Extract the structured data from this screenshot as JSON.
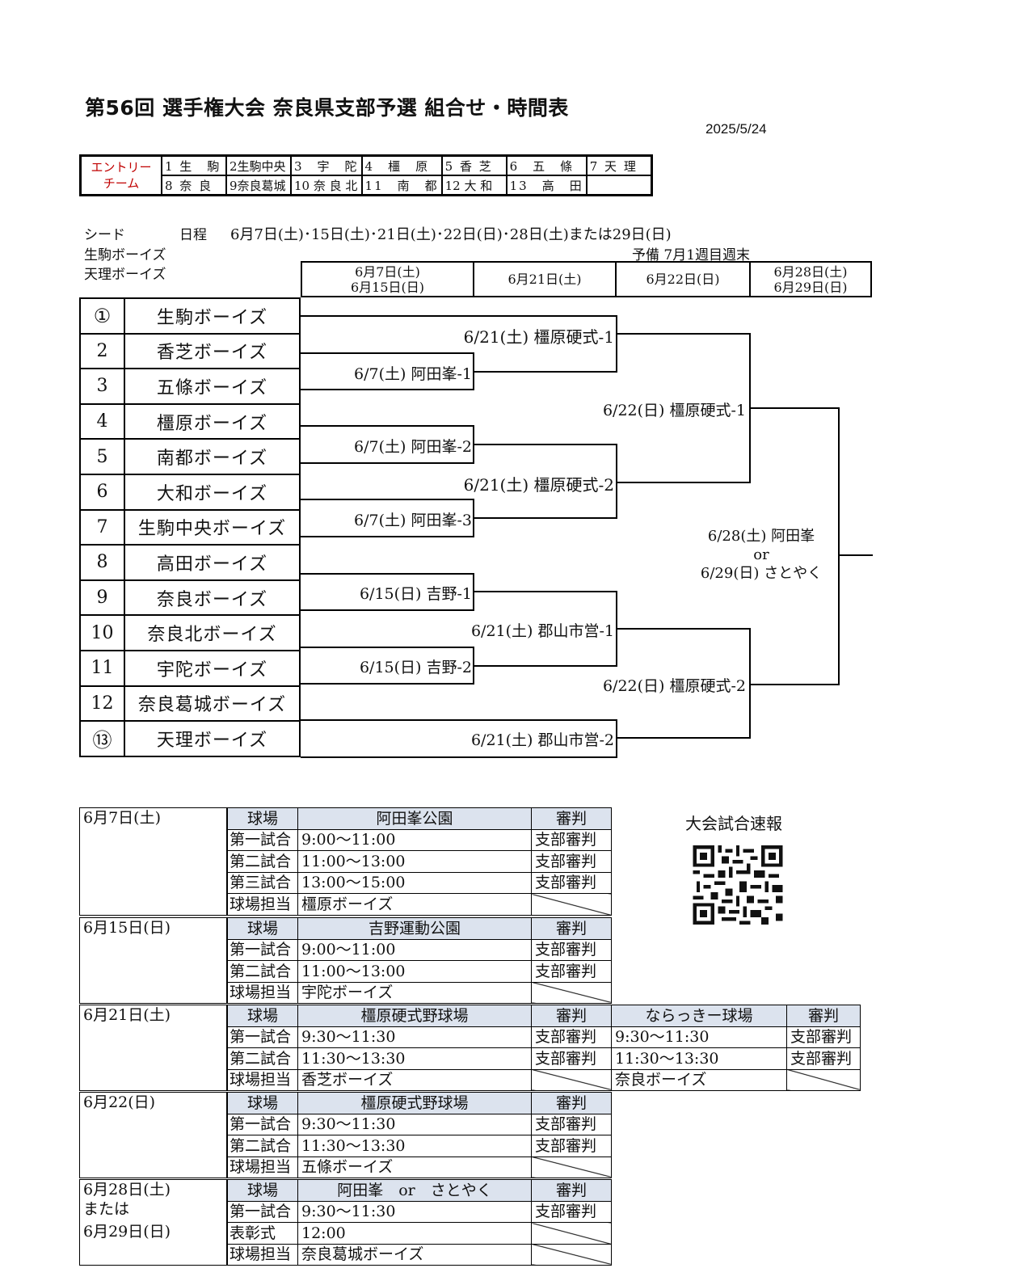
{
  "header": {
    "title": "第56回 選手権大会 奈良県支部予選 組合せ・時間表",
    "date": "2025/5/24"
  },
  "entry": {
    "label_line1": "エントリー",
    "label_line2": "チーム",
    "row1": [
      "1 生　駒",
      "2生駒中央",
      "3　宇　陀",
      "4　橿　原",
      "5 香 芝",
      "6　五　條",
      "7 天 理"
    ],
    "row2": [
      "8 奈 良",
      "9奈良葛城",
      "10 奈 良 北",
      "11　南　都",
      "12 大 和",
      "13　高　田",
      ""
    ]
  },
  "seed": {
    "label": "シード",
    "teams": [
      "生駒ボーイズ",
      "天理ボーイズ"
    ]
  },
  "schedule_line": {
    "label": "日程",
    "dates": "6月7日(土)･15日(土)･21日(土)･22日(日)･28日(土)または29日(日)",
    "reserve": "予備 7月1週目週末"
  },
  "rounds": [
    {
      "line1": "6月7日(土)",
      "line2": "6月15日(日)"
    },
    {
      "line1": "6月21日(土)",
      "line2": ""
    },
    {
      "line1": "6月22日(日)",
      "line2": ""
    },
    {
      "line1": "6月28日(土)",
      "line2": "6月29日(日)"
    }
  ],
  "teams": [
    {
      "num": "①",
      "name": "生駒ボーイズ"
    },
    {
      "num": "2",
      "name": "香芝ボーイズ"
    },
    {
      "num": "3",
      "name": "五條ボーイズ"
    },
    {
      "num": "4",
      "name": "橿原ボーイズ"
    },
    {
      "num": "5",
      "name": "南都ボーイズ"
    },
    {
      "num": "6",
      "name": "大和ボーイズ"
    },
    {
      "num": "7",
      "name": "生駒中央ボーイズ"
    },
    {
      "num": "8",
      "name": "高田ボーイズ"
    },
    {
      "num": "9",
      "name": "奈良ボーイズ"
    },
    {
      "num": "10",
      "name": "奈良北ボーイズ"
    },
    {
      "num": "11",
      "name": "宇陀ボーイズ"
    },
    {
      "num": "12",
      "name": "奈良葛城ボーイズ"
    },
    {
      "num": "⑬",
      "name": "天理ボーイズ"
    }
  ],
  "matches": {
    "r1_1": "6/7(土) 阿田峯-1",
    "r1_2": "6/7(土) 阿田峯-2",
    "r1_3": "6/7(土) 阿田峯-3",
    "r1_4": "6/15(日) 吉野-1",
    "r1_5": "6/15(日) 吉野-2",
    "r2_1": "6/21(土) 橿原硬式-1",
    "r2_2": "6/21(土) 橿原硬式-2",
    "r2_3": "6/21(土) 郡山市営-1",
    "r2_4": "6/21(土) 郡山市営-2",
    "r3_1": "6/22(日) 橿原硬式-1",
    "r3_2": "6/22(日) 橿原硬式-2",
    "final_1": "6/28(土) 阿田峯",
    "final_or": "or",
    "final_2": "6/29(日) さとやく"
  },
  "schedules": [
    {
      "day": "6月7日(土)",
      "venue_label": "球場",
      "venue": "阿田峯公園",
      "ump_label": "審判",
      "rows": [
        {
          "kind": "第一試合",
          "time": "9:00～11:00",
          "ump": "支部審判"
        },
        {
          "kind": "第二試合",
          "time": "11:00～13:00",
          "ump": "支部審判"
        },
        {
          "kind": "第三試合",
          "time": "13:00～15:00",
          "ump": "支部審判"
        },
        {
          "kind": "球場担当",
          "time": "橿原ボーイズ",
          "ump": ""
        }
      ]
    },
    {
      "day": "6月15日(日)",
      "venue_label": "球場",
      "venue": "吉野運動公園",
      "ump_label": "審判",
      "rows": [
        {
          "kind": "第一試合",
          "time": "9:00～11:00",
          "ump": "支部審判"
        },
        {
          "kind": "第二試合",
          "time": "11:00～13:00",
          "ump": "支部審判"
        },
        {
          "kind": "球場担当",
          "time": "宇陀ボーイズ",
          "ump": ""
        }
      ]
    },
    {
      "day": "6月21日(土)",
      "venue_label": "球場",
      "venue": "橿原硬式野球場",
      "ump_label": "審判",
      "rows": [
        {
          "kind": "第一試合",
          "time": "9:30～11:30",
          "ump": "支部審判"
        },
        {
          "kind": "第二試合",
          "time": "11:30～13:30",
          "ump": "支部審判"
        },
        {
          "kind": "球場担当",
          "time": "香芝ボーイズ",
          "ump": ""
        }
      ],
      "extra": {
        "venue": "ならっきー球場",
        "ump_label": "審判",
        "rows": [
          {
            "time": "9:30～11:30",
            "ump": "支部審判"
          },
          {
            "time": "11:30～13:30",
            "ump": "支部審判"
          },
          {
            "time": "奈良ボーイズ",
            "ump": ""
          }
        ]
      }
    },
    {
      "day": "6月22(日)",
      "venue_label": "球場",
      "venue": "橿原硬式野球場",
      "ump_label": "審判",
      "rows": [
        {
          "kind": "第一試合",
          "time": "9:30～11:30",
          "ump": "支部審判"
        },
        {
          "kind": "第二試合",
          "time": "11:30～13:30",
          "ump": "支部審判"
        },
        {
          "kind": "球場担当",
          "time": "五條ボーイズ",
          "ump": ""
        }
      ]
    },
    {
      "day": "6月28日(土)",
      "day2": "または",
      "day3": "6月29日(日)",
      "venue_label": "球場",
      "venue": "阿田峯　or　さとやく",
      "ump_label": "審判",
      "rows": [
        {
          "kind": "第一試合",
          "time": "9:30～11:30",
          "ump": "支部審判"
        },
        {
          "kind": "表彰式",
          "time": "12:00",
          "ump": ""
        },
        {
          "kind": "球場担当",
          "time": "奈良葛城ボーイズ",
          "ump": ""
        }
      ]
    }
  ],
  "qr": {
    "title": "大会試合速報",
    "icon": "qr-code-icon"
  }
}
